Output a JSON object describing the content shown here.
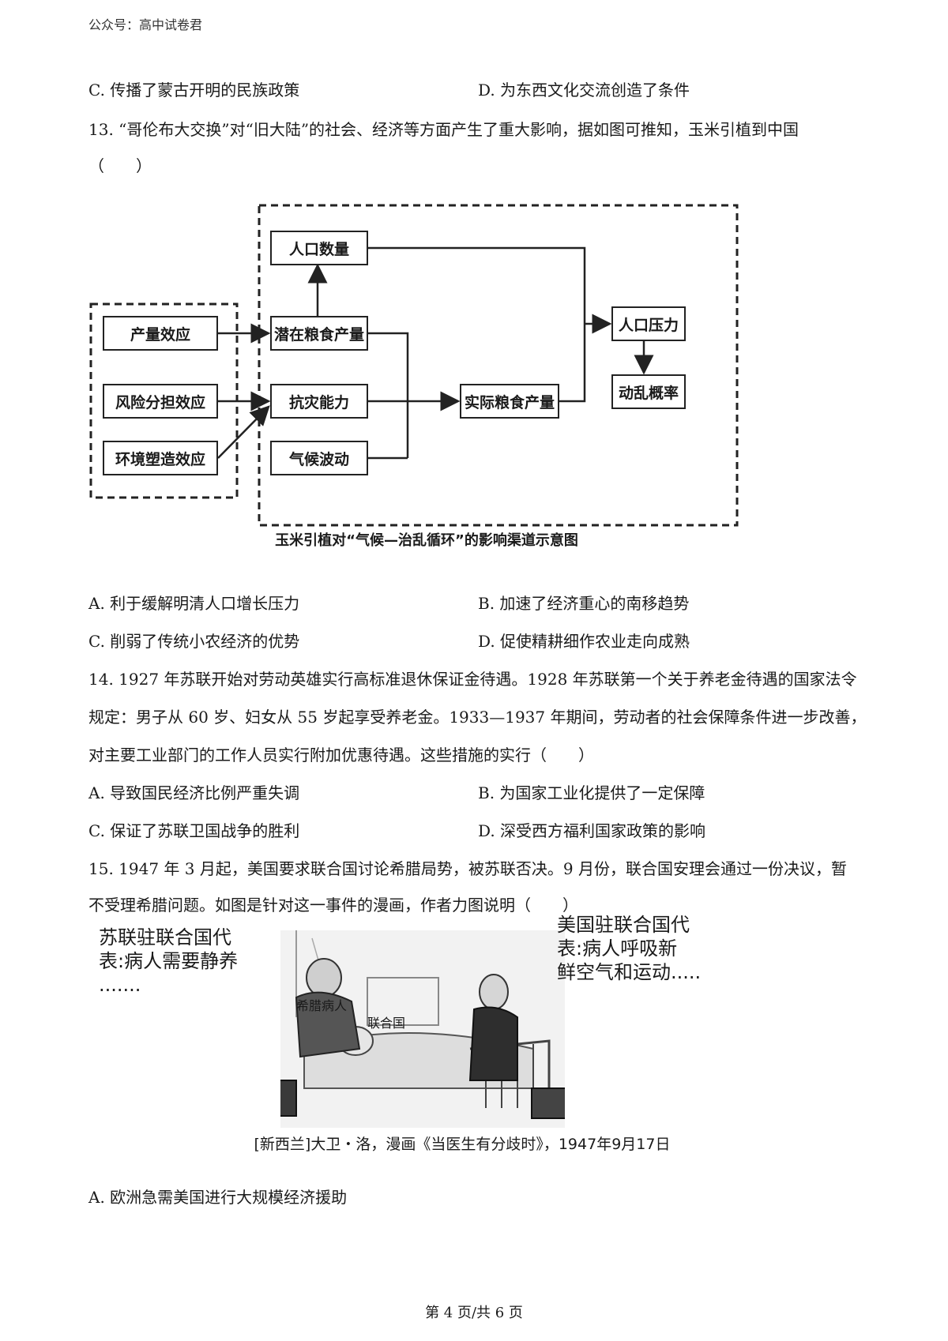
{
  "header": {
    "source": "公众号：高中试卷君"
  },
  "q12_options": {
    "c": "C. 传播了蒙古开明的民族政策",
    "d": "D. 为东西文化交流创造了条件"
  },
  "q13": {
    "stem_line1": "13. “哥伦布大交换”对“旧大陆”的社会、经济等方面产生了重大影响，据如图可推知，玉米引植到中国",
    "stem_line2": "（　　）",
    "diagram": {
      "boxes": {
        "yield_effect": "产量效应",
        "risk_sharing": "风险分担效应",
        "env_shaping": "环境塑造效应",
        "population": "人口数量",
        "potential_grain": "潜在粮食产量",
        "disaster_resistance": "抗灾能力",
        "climate_fluctuation": "气候波动",
        "actual_grain": "实际粮食产量",
        "population_pressure": "人口压力",
        "unrest_probability": "动乱概率"
      },
      "caption": "玉米引植对“气候—治乱循环”的影响渠道示意图"
    },
    "options": {
      "a": "A. 利于缓解明清人口增长压力",
      "b": "B. 加速了经济重心的南移趋势",
      "c": "C. 削弱了传统小农经济的优势",
      "d": "D. 促使精耕细作农业走向成熟"
    }
  },
  "q14": {
    "line1": "14. 1927 年苏联开始对劳动英雄实行高标准退休保证金待遇。1928 年苏联第一个关于养老金待遇的国家法令",
    "line2": "规定：男子从 60 岁、妇女从 55 岁起享受养老金。1933—1937 年期间，劳动者的社会保障条件进一步改善，",
    "line3": "对主要工业部门的工作人员实行附加优惠待遇。这些措施的实行（　　）",
    "options": {
      "a": "A. 导致国民经济比例严重失调",
      "b": "B. 为国家工业化提供了一定保障",
      "c": "C. 保证了苏联卫国战争的胜利",
      "d": "D. 深受西方福利国家政策的影响"
    }
  },
  "q15": {
    "line1": "15. 1947 年 3 月起，美国要求联合国讨论希腊局势，被苏联否决。9 月份，联合国安理会通过一份决议，暂",
    "line2": "不受理希腊问题。如图是针对这一事件的漫画，作者力图说明（　　）",
    "cartoon": {
      "soviet_l1": "苏联驻联合国代",
      "soviet_l2": "表:病人需要静养",
      "soviet_l3": ".......",
      "us_l1": "美国驻联合国代",
      "us_l2": "表:病人呼吸新",
      "us_l3": "鲜空气和运动.....",
      "label_patient": "希腊病人",
      "label_un": "联合国",
      "caption": "[新西兰]大卫・洛，漫画《当医生有分歧时》，1947年9月17日"
    },
    "option_a": "A. 欧洲急需美国进行大规模经济援助"
  },
  "footer": {
    "page": "第 4 页/共 6 页"
  }
}
